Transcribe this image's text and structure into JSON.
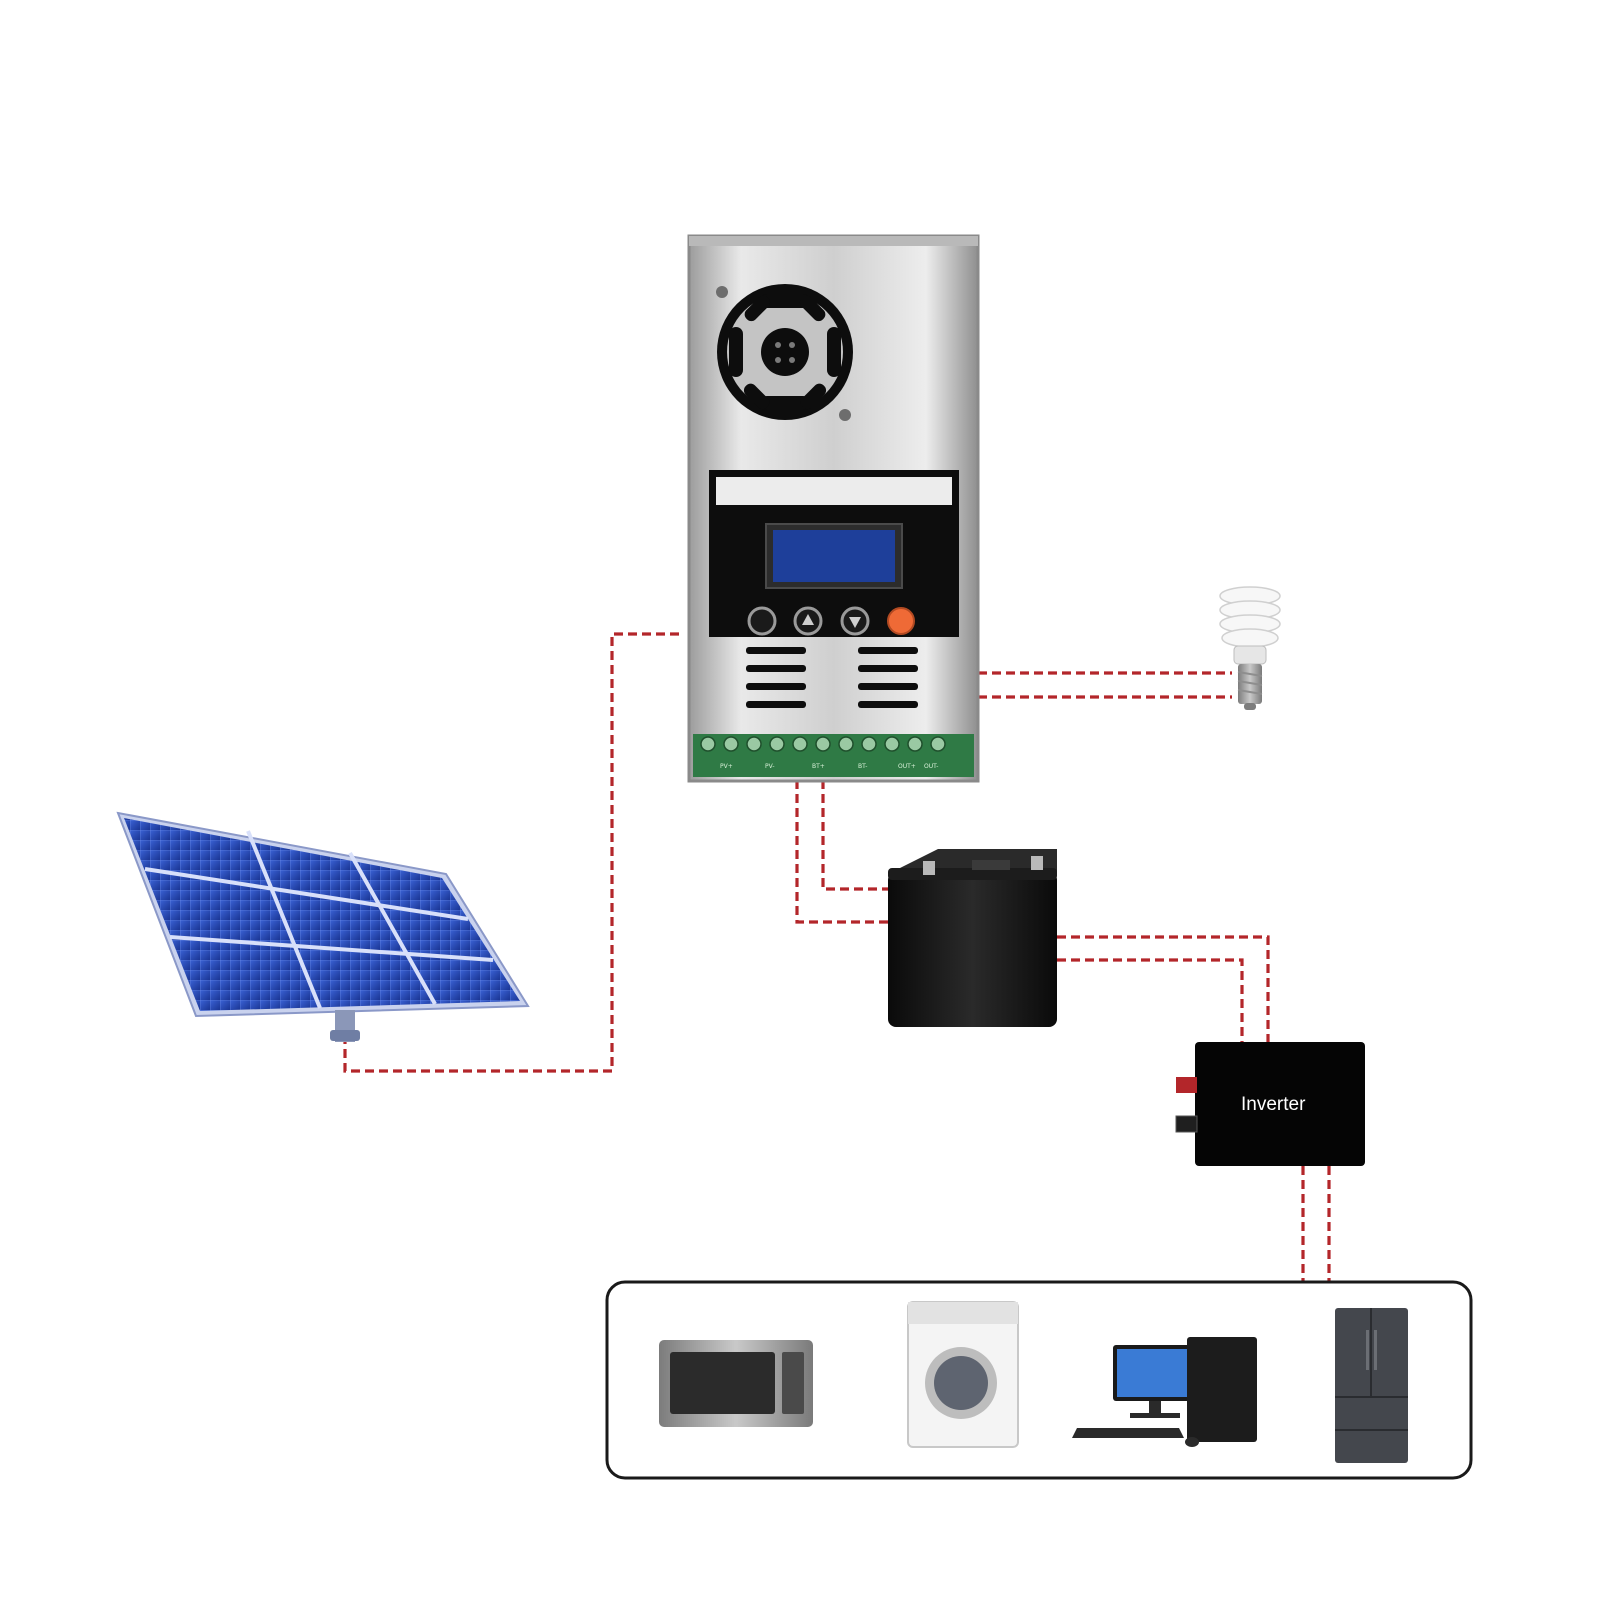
{
  "diagram": {
    "title": "",
    "inverter_label": "Inverter",
    "terminal_labels": [
      "PV+",
      "PV-",
      "BT+",
      "BT-",
      "OUT+",
      "OUT-"
    ],
    "controller_buttons": [
      "esc-button",
      "up-button",
      "down-button",
      "enter-button"
    ],
    "appliances": [
      "microwave",
      "washing-machine",
      "desktop-computer",
      "refrigerator"
    ],
    "colors": {
      "wire": "#b3262a",
      "controller_body": "#d6d6d6",
      "lcd": "#1e3f9a",
      "terminal_block": "#2f7a45",
      "panel": "#1f3fa3",
      "battery": "#141414",
      "inverter": "#050505",
      "enter_button": "#ef6a36"
    }
  }
}
